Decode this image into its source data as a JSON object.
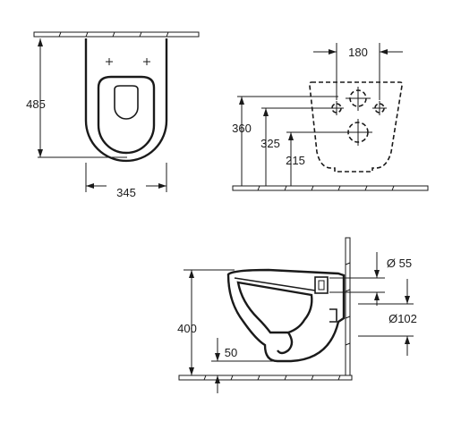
{
  "dimensions": {
    "top_view_depth": "485",
    "top_view_width": "345",
    "fixing_spacing": "180",
    "fixing_height_upper": "360",
    "fixing_height_mid": "325",
    "fixing_height_lower": "215",
    "side_height": "400",
    "waste_height": "50",
    "inlet_diameter": "Ø 55",
    "outlet_diameter": "Ø102"
  }
}
